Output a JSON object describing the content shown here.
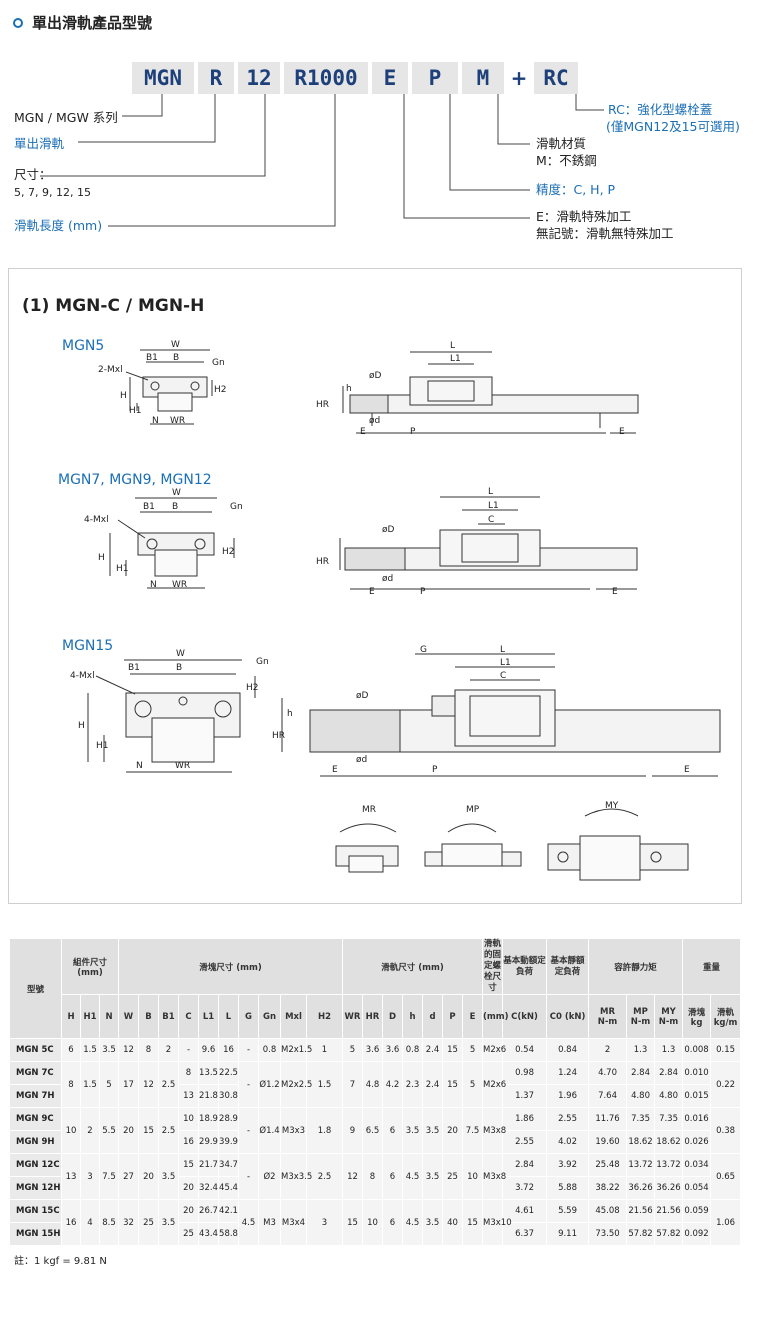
{
  "header": {
    "title": "單出滑軌產品型號"
  },
  "code": {
    "segments": [
      "MGN",
      "R",
      "12",
      "R1000",
      "E",
      "P",
      "M",
      "+",
      "RC"
    ]
  },
  "legend": {
    "left": [
      {
        "text": "MGN / MGW 系列",
        "color": "#222222"
      },
      {
        "text": "單出滑軌",
        "color": "#1b6fb5"
      },
      {
        "text": "尺寸：",
        "color": "#222222"
      },
      {
        "text": "5, 7, 9, 12, 15",
        "color": "#222222"
      },
      {
        "text": "滑軌長度 (mm)",
        "color": "#1b6fb5"
      }
    ],
    "right": [
      {
        "text": "RC：強化型螺栓蓋",
        "color": "#1b6fb5"
      },
      {
        "text": "(僅MGN12及15可選用)",
        "color": "#1b6fb5"
      },
      {
        "text": "滑軌材質",
        "color": "#222222"
      },
      {
        "text": "M：不銹鋼",
        "color": "#222222"
      },
      {
        "text": "精度：C, H, P",
        "color": "#1b6fb5"
      },
      {
        "text": "E：滑軌特殊加工",
        "color": "#222222"
      },
      {
        "text": "無記號：滑軌無特殊加工",
        "color": "#222222"
      }
    ]
  },
  "drawings": {
    "section_title": "(1) MGN-C / MGN-H",
    "models": [
      "MGN5",
      "MGN7, MGN9, MGN12",
      "MGN15"
    ],
    "dims": {
      "W": "W",
      "B": "B",
      "B1": "B1",
      "G": "G",
      "Gn": "Gn",
      "Mxl2": "2-Mxl",
      "Mxl4": "4-Mxl",
      "H": "H",
      "H1": "H1",
      "H2": "H2",
      "N": "N",
      "WR": "WR",
      "L": "L",
      "L1": "L1",
      "C": "C",
      "phiD": "øD",
      "phid": "ød",
      "h": "h",
      "HR": "HR",
      "E": "E",
      "P": "P"
    },
    "moments": [
      "MR",
      "MP",
      "MY"
    ]
  },
  "table": {
    "group_headers": {
      "model": "型號",
      "assembly": "組件尺寸",
      "assembly_unit": "(mm)",
      "block": "滑塊尺寸 (mm)",
      "rail": "滑軌尺寸 (mm)",
      "bolt": "滑軌的固定螺栓尺寸",
      "dyn": "基本動額定負荷",
      "stat": "基本靜額定負荷",
      "moment": "容許靜力矩",
      "weight": "重量"
    },
    "sub_headers": [
      "H",
      "H1",
      "N",
      "W",
      "B",
      "B1",
      "C",
      "L1",
      "L",
      "G",
      "Gn",
      "Mxl",
      "H2",
      "WR",
      "HR",
      "D",
      "h",
      "d",
      "P",
      "E",
      "(mm)",
      "C(kN)",
      "C0 (kN)",
      "N-m",
      "N-m",
      "N-m",
      "kg",
      "kg/m"
    ],
    "moment_names": [
      "MR",
      "MP",
      "MY"
    ],
    "weight_names": [
      "滑塊",
      "滑軌"
    ],
    "rows": [
      [
        "MGN 5C",
        "6",
        "1.5",
        "3.5",
        "12",
        "8",
        "2",
        "-",
        "9.6",
        "16",
        "-",
        "0.8",
        "M2x1.5",
        "1",
        "5",
        "3.6",
        "3.6",
        "0.8",
        "2.4",
        "15",
        "5",
        "M2x6",
        "0.54",
        "0.84",
        "2",
        "1.3",
        "1.3",
        "0.008",
        "0.15"
      ],
      [
        "MGN 7C",
        "8",
        "1.5",
        "5",
        "17",
        "12",
        "2.5",
        "8",
        "13.5",
        "22.5",
        "-",
        "Ø1.2",
        "M2x2.5",
        "1.5",
        "7",
        "4.8",
        "4.2",
        "2.3",
        "2.4",
        "15",
        "5",
        "M2x6",
        "0.98",
        "1.24",
        "4.70",
        "2.84",
        "2.84",
        "0.010",
        "0.22"
      ],
      [
        "MGN 7H",
        "",
        "",
        "",
        "",
        "",
        "",
        "13",
        "21.8",
        "30.8",
        "",
        "",
        "",
        "",
        "",
        "",
        "",
        "",
        "",
        "",
        "",
        "",
        "1.37",
        "1.96",
        "7.64",
        "4.80",
        "4.80",
        "0.015",
        ""
      ],
      [
        "MGN 9C",
        "10",
        "2",
        "5.5",
        "20",
        "15",
        "2.5",
        "10",
        "18.9",
        "28.9",
        "-",
        "Ø1.4",
        "M3x3",
        "1.8",
        "9",
        "6.5",
        "6",
        "3.5",
        "3.5",
        "20",
        "7.5",
        "M3x8",
        "1.86",
        "2.55",
        "11.76",
        "7.35",
        "7.35",
        "0.016",
        "0.38"
      ],
      [
        "MGN 9H",
        "",
        "",
        "",
        "",
        "",
        "",
        "16",
        "29.9",
        "39.9",
        "",
        "",
        "",
        "",
        "",
        "",
        "",
        "",
        "",
        "",
        "",
        "",
        "2.55",
        "4.02",
        "19.60",
        "18.62",
        "18.62",
        "0.026",
        ""
      ],
      [
        "MGN 12C",
        "13",
        "3",
        "7.5",
        "27",
        "20",
        "3.5",
        "15",
        "21.7",
        "34.7",
        "-",
        "Ø2",
        "M3x3.5",
        "2.5",
        "12",
        "8",
        "6",
        "4.5",
        "3.5",
        "25",
        "10",
        "M3x8",
        "2.84",
        "3.92",
        "25.48",
        "13.72",
        "13.72",
        "0.034",
        "0.65"
      ],
      [
        "MGN 12H",
        "",
        "",
        "",
        "",
        "",
        "",
        "20",
        "32.4",
        "45.4",
        "",
        "",
        "",
        "",
        "",
        "",
        "",
        "",
        "",
        "",
        "",
        "",
        "3.72",
        "5.88",
        "38.22",
        "36.26",
        "36.26",
        "0.054",
        ""
      ],
      [
        "MGN 15C",
        "16",
        "4",
        "8.5",
        "32",
        "25",
        "3.5",
        "20",
        "26.7",
        "42.1",
        "4.5",
        "M3",
        "M3x4",
        "3",
        "15",
        "10",
        "6",
        "4.5",
        "3.5",
        "40",
        "15",
        "M3x10",
        "4.61",
        "5.59",
        "45.08",
        "21.56",
        "21.56",
        "0.059",
        "1.06"
      ],
      [
        "MGN 15H",
        "",
        "",
        "",
        "",
        "",
        "",
        "25",
        "43.4",
        "58.8",
        "",
        "",
        "",
        "",
        "",
        "",
        "",
        "",
        "",
        "",
        "",
        "",
        "6.37",
        "9.11",
        "73.50",
        "57.82",
        "57.82",
        "0.092",
        ""
      ]
    ],
    "note": "註：1 kgf = 9.81 N"
  }
}
